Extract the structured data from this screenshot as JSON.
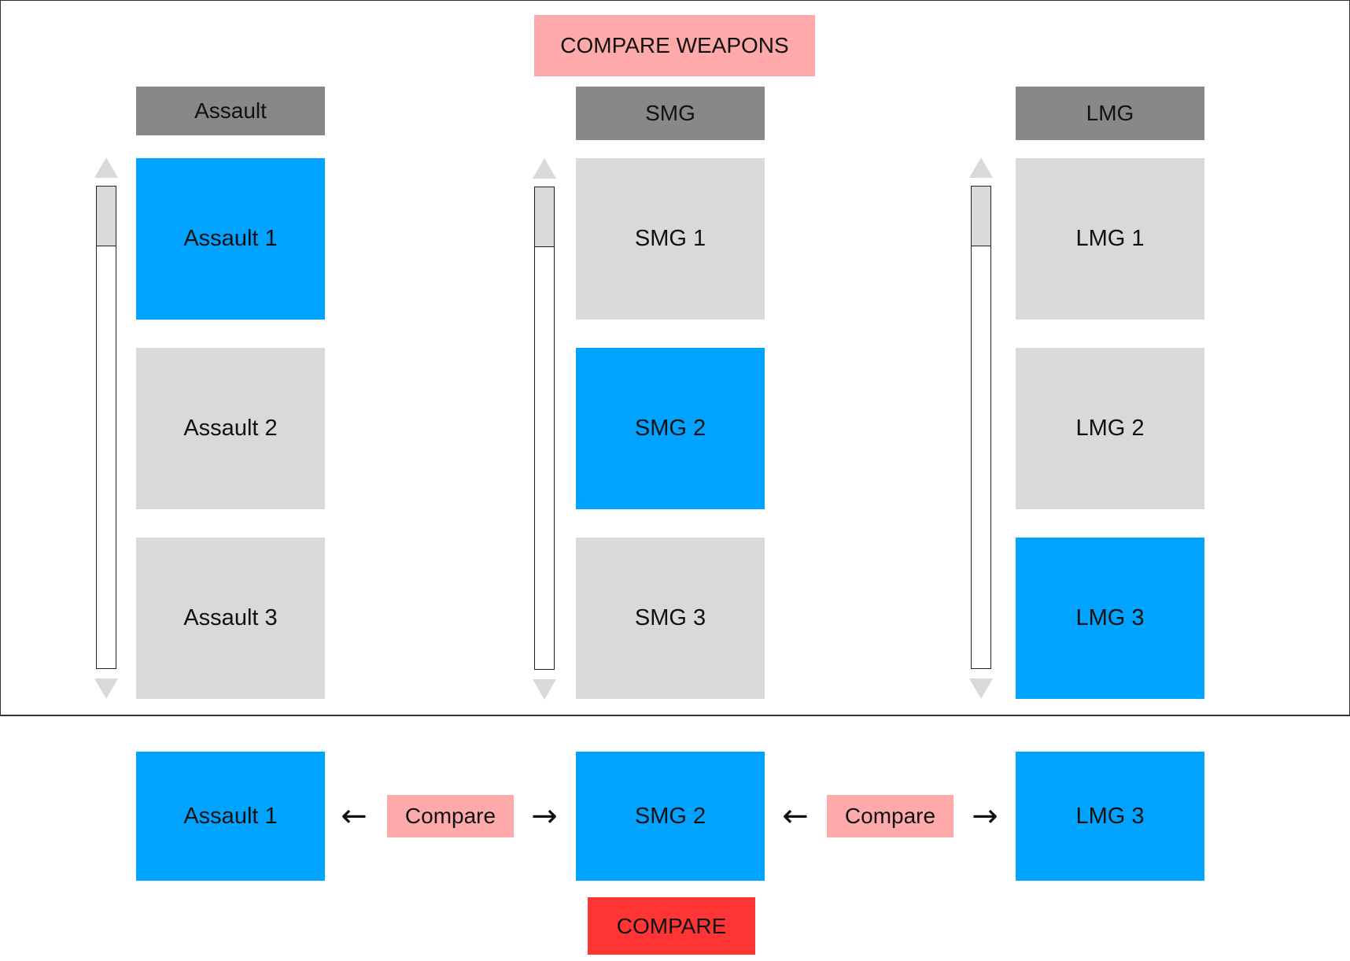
{
  "title": "COMPARE WEAPONS",
  "columns": [
    {
      "header": "Assault",
      "items": [
        "Assault 1",
        "Assault 2",
        "Assault 3"
      ],
      "selected_index": 0
    },
    {
      "header": "SMG",
      "items": [
        "SMG 1",
        "SMG 2",
        "SMG 3"
      ],
      "selected_index": 1
    },
    {
      "header": "LMG",
      "items": [
        "LMG 1",
        "LMG 2",
        "LMG 3"
      ],
      "selected_index": 2
    }
  ],
  "comparison": {
    "slots": [
      "Assault 1",
      "SMG 2",
      "LMG 3"
    ],
    "chip_label": "Compare",
    "left_arrow": "←",
    "right_arrow": "→"
  },
  "compare_button": "COMPARE",
  "colors": {
    "selected": "#00a3ff",
    "unselected": "#d9d9d9",
    "header": "#888888",
    "banner": "#ffaaaa",
    "primary_button": "#ff3535"
  }
}
